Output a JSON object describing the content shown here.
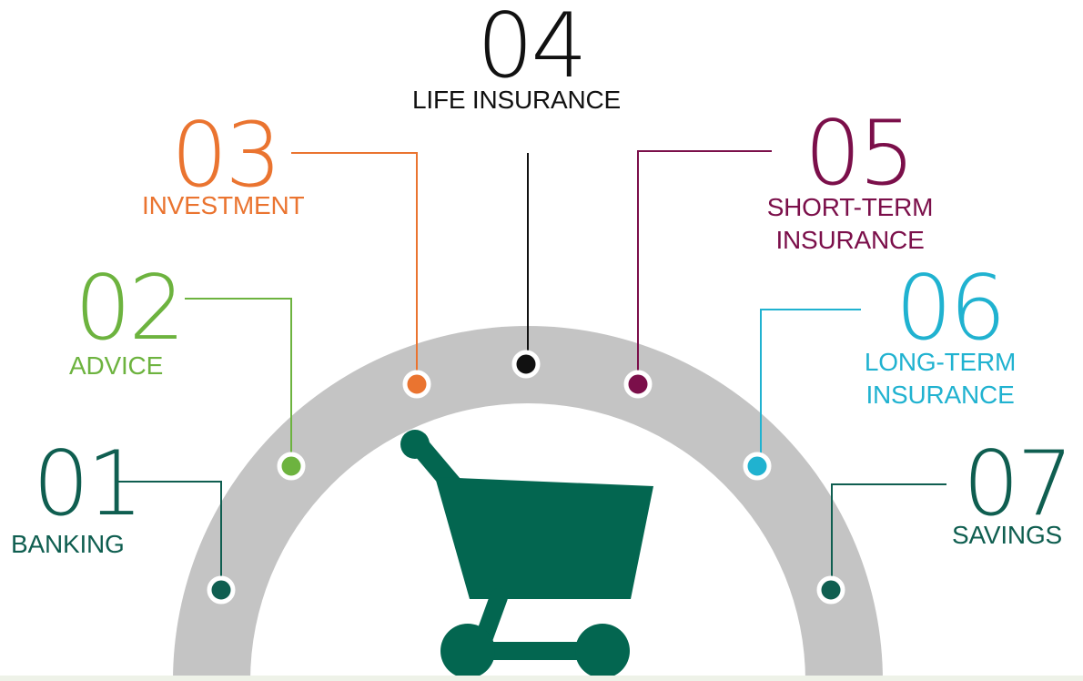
{
  "items": [
    {
      "number": "01",
      "label": "BANKING",
      "color": "#0f5e50"
    },
    {
      "number": "02",
      "label": "ADVICE",
      "color": "#6db33f"
    },
    {
      "number": "03",
      "label": "INVESTMENT",
      "color": "#ea7430"
    },
    {
      "number": "04",
      "label": "LIFE INSURANCE",
      "color": "#111111"
    },
    {
      "number": "05",
      "label_lines": [
        "SHORT-TERM",
        "INSURANCE"
      ],
      "color": "#7b0f4a"
    },
    {
      "number": "06",
      "label_lines": [
        "LONG-TERM",
        "INSURANCE"
      ],
      "color": "#20b2d0"
    },
    {
      "number": "07",
      "label": "SAVINGS",
      "color": "#0f5e50"
    }
  ],
  "arc_color": "#c4c4c4",
  "cart": {
    "icon": "shopping-cart-icon",
    "color": "#036650"
  }
}
